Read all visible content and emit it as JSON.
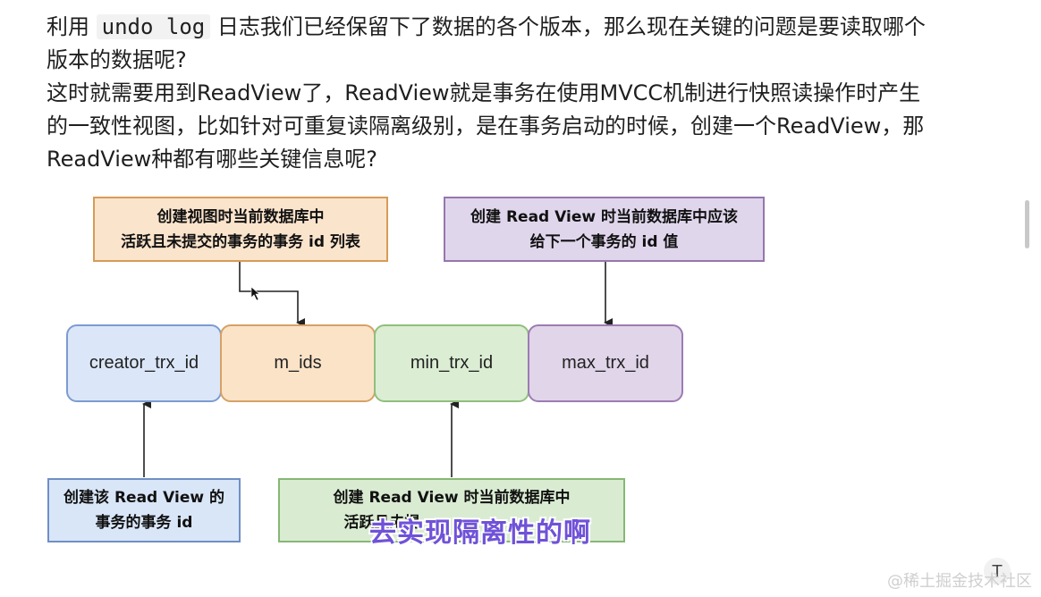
{
  "article": {
    "para1_before": "利用 ",
    "para1_code": "undo log",
    "para1_after": " 日志我们已经保留下了数据的各个版本，那么现在关键的问题是要读取哪个版本的数据呢?",
    "para2": "这时就需要用到ReadView了，ReadView就是事务在使用MVCC机制进行快照读操作时产生的一致性视图，比如针对可重复读隔离级别，是在事务启动的时候，创建一个ReadView，那ReadView种都有哪些关键信息呢?"
  },
  "diagram": {
    "fields": [
      "creator_trx_id",
      "m_ids",
      "min_trx_id",
      "max_trx_id"
    ],
    "note_m_ids": [
      "创建视图时当前数据库中",
      "活跃且未提交的事务的事务 id 列表"
    ],
    "note_max": [
      "创建 Read View 时当前数据库中应该",
      "给下一个事务的 id 值"
    ],
    "note_creator": [
      "创建该 Read View 的",
      "事务的事务 id"
    ],
    "note_min": [
      "创建 Read View 时当前数据库中",
      "活跃且未提"
    ]
  },
  "overlay": {
    "subtitle": "去实现隔离性的啊",
    "watermark": "@稀土掘金技术社区",
    "top_button": "T"
  },
  "colors": {
    "subtitle": "#6f52d8",
    "arrow": "#222222"
  }
}
